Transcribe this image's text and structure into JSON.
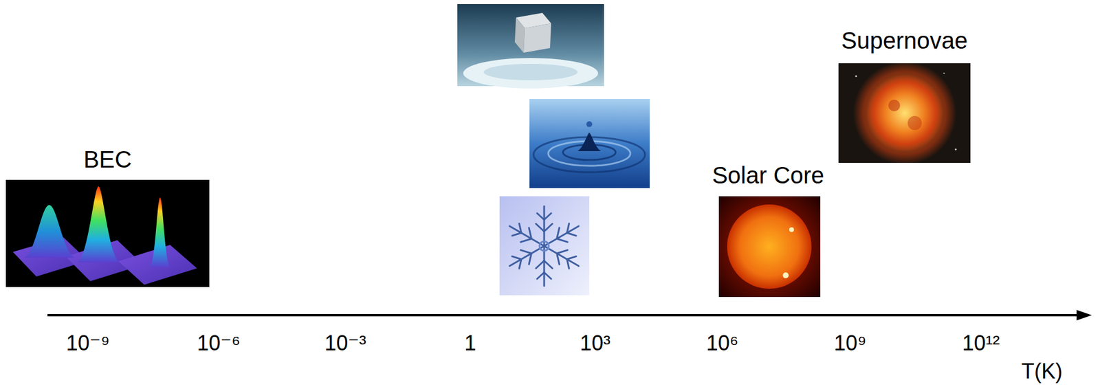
{
  "diagram": {
    "nodes": [
      {
        "text": [
          "BEC"
        ]
      },
      {
        "text": [
          "Solar Core"
        ]
      },
      {
        "text": [
          "Supernovae"
        ]
      }
    ],
    "labels": [
      "10⁻⁹",
      "10⁻⁶",
      "10⁻³",
      "1",
      "10³",
      "10⁶",
      "10⁹",
      "10¹²",
      "T(K)"
    ]
  }
}
